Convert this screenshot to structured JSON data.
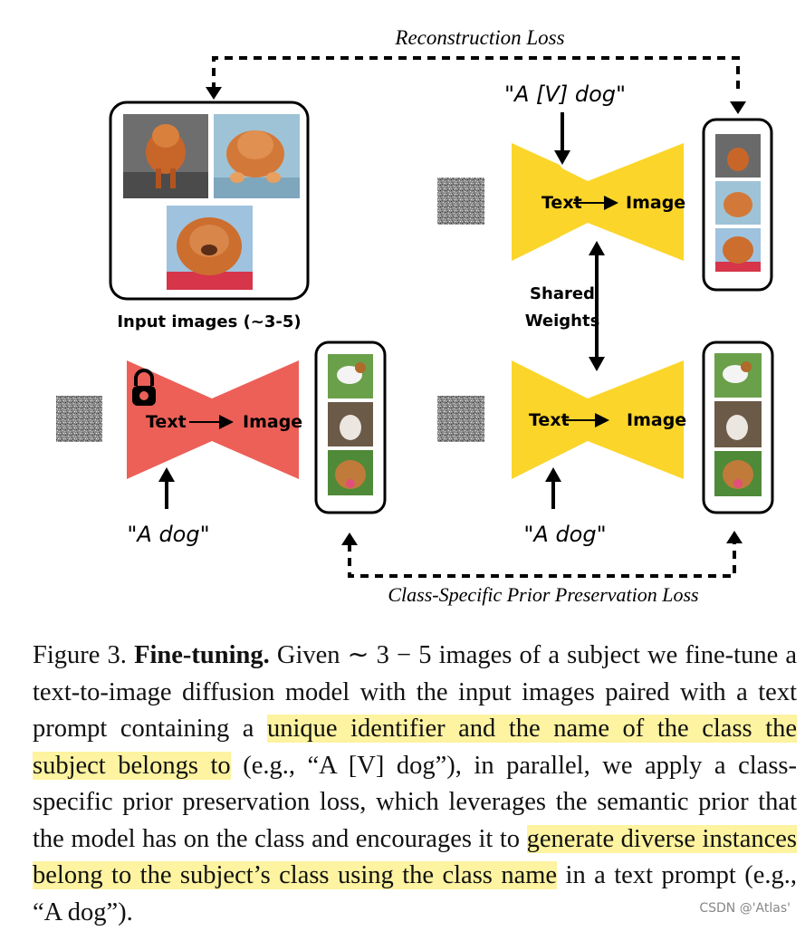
{
  "figure": {
    "reconstruction_loss": "Reconstruction Loss",
    "prior_loss": "Class-Specific Prior Preservation Loss",
    "prompt_identifier": "\"A [V] dog\"",
    "prompt_class": "\"A dog\"",
    "prompt_class_2": "\"A dog\"",
    "input_images_label": "Input images (~3-5)",
    "shared_weights_line1": "Shared",
    "shared_weights_line2": "Weights",
    "frozen_model": {
      "text": "Text",
      "image": "Image",
      "color": "#ec6058"
    },
    "finetune_model_top": {
      "text": "Text",
      "image": "Image",
      "color": "#fbd52a"
    },
    "finetune_model_bottom": {
      "text": "Text",
      "image": "Image",
      "color": "#fbd52a"
    },
    "lock_icon": "lock-icon",
    "noise_icon": "noise-image-icon",
    "dog_photos": [
      "chow-chow-walking",
      "chow-chow-in-car",
      "chow-chow-lying",
      "dog-grass-sitting",
      "dog-white-crouch",
      "dog-smiling"
    ]
  },
  "caption": {
    "label": "Figure 3.",
    "bold": "Fine-tuning.",
    "part1": "Given ∼ 3 − 5 images of a subject we fine-tune a text-to-image diffusion model with the input images paired with a text prompt containing a",
    "hl1": "unique identifier and the name of the class the subject belongs to",
    "part2": "(e.g., “A [V] dog”), in parallel, we apply a class-specific prior preservation loss, which leverages the semantic prior that the model has on the class and encourages it to",
    "hl2": "generate diverse instances belong to the subject’s class using the class name",
    "part3": "in a text prompt (e.g., “A dog”)."
  },
  "watermark": "CSDN @'Atlas'"
}
